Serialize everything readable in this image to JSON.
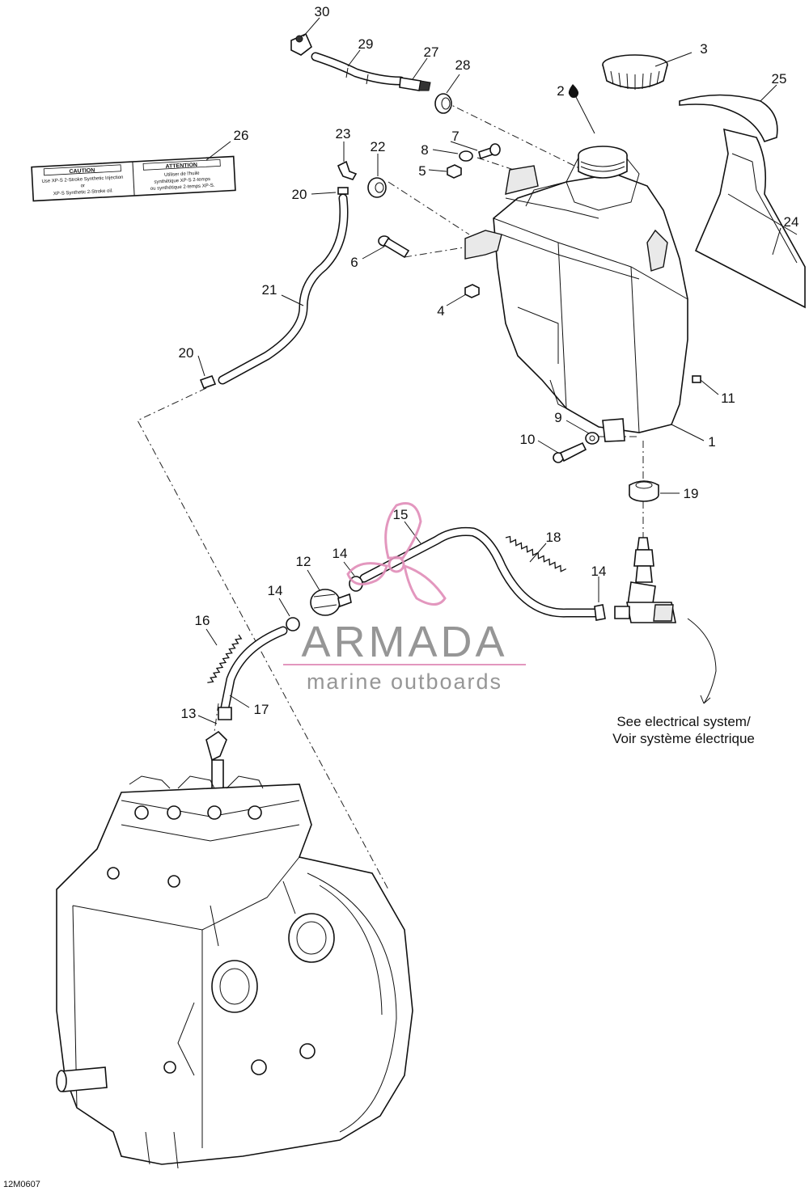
{
  "callouts": [
    {
      "label": "1"
    },
    {
      "label": "2"
    },
    {
      "label": "3"
    },
    {
      "label": "4"
    },
    {
      "label": "5"
    },
    {
      "label": "6"
    },
    {
      "label": "7"
    },
    {
      "label": "8"
    },
    {
      "label": "9"
    },
    {
      "label": "10"
    },
    {
      "label": "11"
    },
    {
      "label": "12"
    },
    {
      "label": "13"
    },
    {
      "label": "14"
    },
    {
      "label": "14"
    },
    {
      "label": "14"
    },
    {
      "label": "15"
    },
    {
      "label": "16"
    },
    {
      "label": "17"
    },
    {
      "label": "18"
    },
    {
      "label": "19"
    },
    {
      "label": "20"
    },
    {
      "label": "20"
    },
    {
      "label": "21"
    },
    {
      "label": "22"
    },
    {
      "label": "23"
    },
    {
      "label": "24"
    },
    {
      "label": "25"
    },
    {
      "label": "26"
    },
    {
      "label": "27"
    },
    {
      "label": "28"
    },
    {
      "label": "29"
    },
    {
      "label": "30"
    }
  ],
  "note": {
    "line1": "See electrical system/",
    "line2": "Voir système électrique"
  },
  "decal": {
    "left_head": "CAUTION",
    "right_head": "ATTENTION",
    "left_line1": "Use XP-S 2-Stroke Synthetic Injection",
    "left_line2": "or",
    "left_line3": "XP-S Synthetic 2-Stroke oil.",
    "right_line1": "Utiliser de l'huile",
    "right_line2": "synthétique XP-S 2-temps",
    "right_line3": "ou synthétique 2-temps XP-S."
  },
  "drawing_code": "12M0607",
  "watermark": {
    "brand": "ARMADA",
    "tagline": "marine outboards",
    "logo_color": "#e08cb8"
  }
}
